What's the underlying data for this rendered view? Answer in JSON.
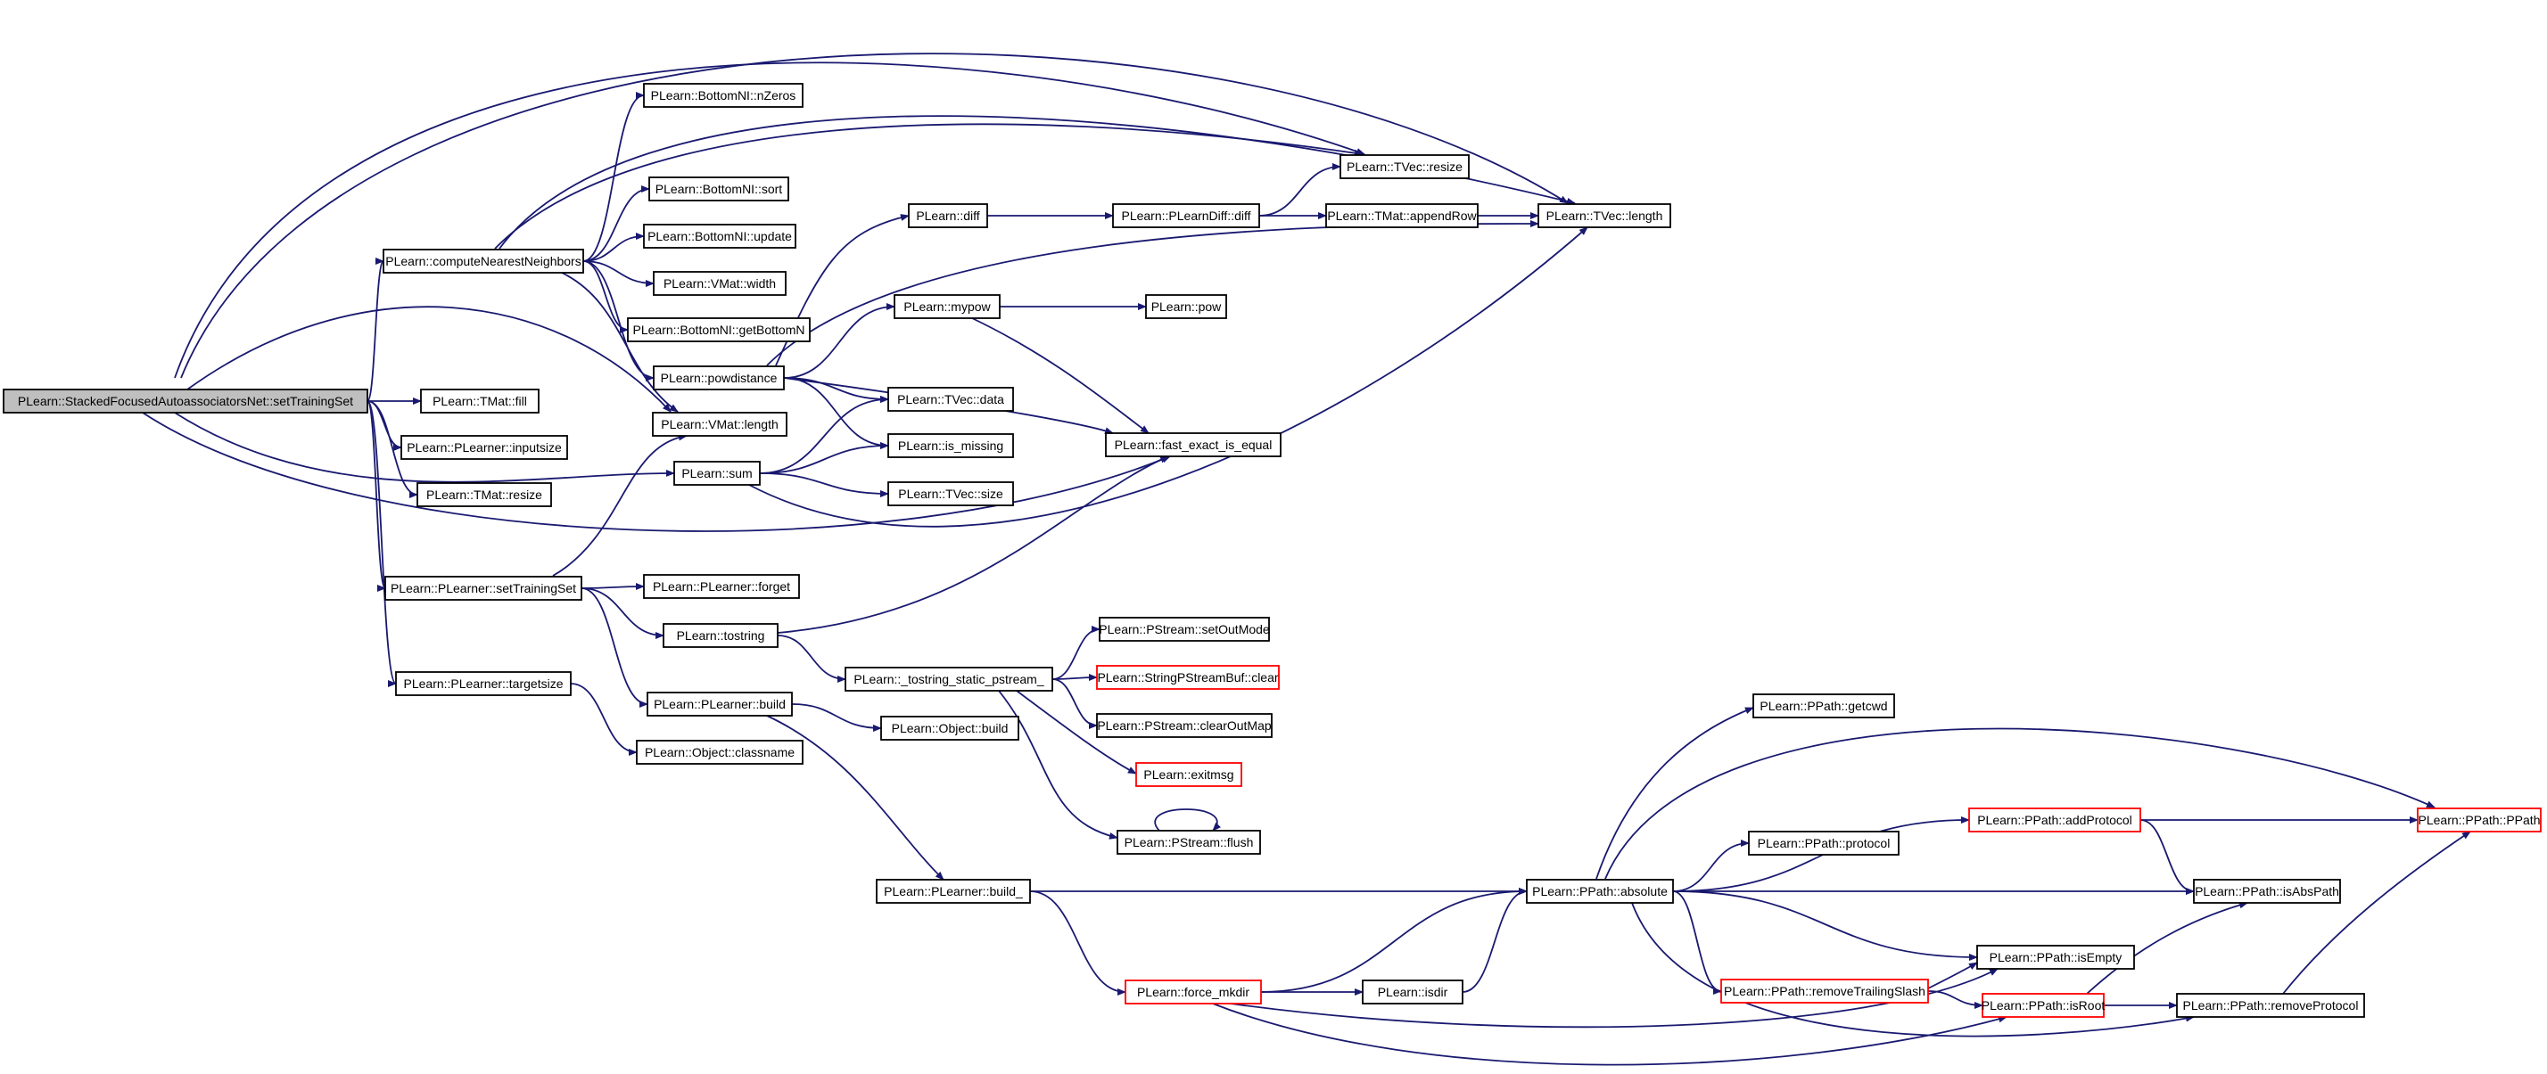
{
  "colors": {
    "edge": "#191970",
    "node_border_normal": "#000000",
    "node_border_truncated": "#ff0000",
    "node_fill_root": "#bfbfbf",
    "node_fill": "#ffffff"
  },
  "nodes": [
    {
      "id": "root",
      "label": "PLearn::StackedFocusedAutoassociatorsNet::setTrainingSet",
      "style": "root"
    },
    {
      "id": "computeNN",
      "label": "PLearn::computeNearestNeighbors",
      "style": "normal"
    },
    {
      "id": "tmatFill",
      "label": "PLearn::TMat::fill",
      "style": "normal"
    },
    {
      "id": "inputsize",
      "label": "PLearn::PLearner::inputsize",
      "style": "normal"
    },
    {
      "id": "tmatResize",
      "label": "PLearn::TMat::resize",
      "style": "normal"
    },
    {
      "id": "plSetTS",
      "label": "PLearn::PLearner::setTrainingSet",
      "style": "normal"
    },
    {
      "id": "targetsize",
      "label": "PLearn::PLearner::targetsize",
      "style": "normal"
    },
    {
      "id": "nZeros",
      "label": "PLearn::BottomNI::nZeros",
      "style": "normal"
    },
    {
      "id": "bniSort",
      "label": "PLearn::BottomNI::sort",
      "style": "normal"
    },
    {
      "id": "bniUpdate",
      "label": "PLearn::BottomNI::update",
      "style": "normal"
    },
    {
      "id": "vmatWidth",
      "label": "PLearn::VMat::width",
      "style": "normal"
    },
    {
      "id": "getBottomN",
      "label": "PLearn::BottomNI::getBottomN",
      "style": "normal"
    },
    {
      "id": "powdistance",
      "label": "PLearn::powdistance",
      "style": "normal"
    },
    {
      "id": "vmatLength",
      "label": "PLearn::VMat::length",
      "style": "normal"
    },
    {
      "id": "sum",
      "label": "PLearn::sum",
      "style": "normal"
    },
    {
      "id": "forget",
      "label": "PLearn::PLearner::forget",
      "style": "normal"
    },
    {
      "id": "tostring",
      "label": "PLearn::tostring",
      "style": "normal"
    },
    {
      "id": "plBuild",
      "label": "PLearn::PLearner::build",
      "style": "normal"
    },
    {
      "id": "classname",
      "label": "PLearn::Object::classname",
      "style": "normal"
    },
    {
      "id": "diff",
      "label": "PLearn::diff",
      "style": "normal"
    },
    {
      "id": "mypow",
      "label": "PLearn::mypow",
      "style": "normal"
    },
    {
      "id": "tvecData",
      "label": "PLearn::TVec::data",
      "style": "normal"
    },
    {
      "id": "isMissing",
      "label": "PLearn::is_missing",
      "style": "normal"
    },
    {
      "id": "tvecSize",
      "label": "PLearn::TVec::size",
      "style": "normal"
    },
    {
      "id": "tostringStatic",
      "label": "PLearn::_tostring_static_pstream_",
      "style": "normal"
    },
    {
      "id": "objBuild",
      "label": "PLearn::Object::build",
      "style": "normal"
    },
    {
      "id": "plBuild_",
      "label": "PLearn::PLearner::build_",
      "style": "normal"
    },
    {
      "id": "plDiffDiff",
      "label": "PLearn::PLearnDiff::diff",
      "style": "normal"
    },
    {
      "id": "pow",
      "label": "PLearn::pow",
      "style": "normal"
    },
    {
      "id": "fastExact",
      "label": "PLearn::fast_exact_is_equal",
      "style": "normal"
    },
    {
      "id": "tvecResize",
      "label": "PLearn::TVec::resize",
      "style": "normal"
    },
    {
      "id": "appendRow",
      "label": "PLearn::TMat::appendRow",
      "style": "normal"
    },
    {
      "id": "tvecLength",
      "label": "PLearn::TVec::length",
      "style": "normal"
    },
    {
      "id": "setOutMode",
      "label": "PLearn::PStream::setOutMode",
      "style": "normal"
    },
    {
      "id": "spsbClear",
      "label": "PLearn::StringPStreamBuf::clear",
      "style": "truncated"
    },
    {
      "id": "clearOutMap",
      "label": "PLearn::PStream::clearOutMap",
      "style": "normal"
    },
    {
      "id": "exitmsg",
      "label": "PLearn::exitmsg",
      "style": "truncated"
    },
    {
      "id": "flush",
      "label": "PLearn::PStream::flush",
      "style": "normal"
    },
    {
      "id": "forceMkdir",
      "label": "PLearn::force_mkdir",
      "style": "truncated"
    },
    {
      "id": "isdir",
      "label": "PLearn::isdir",
      "style": "normal"
    },
    {
      "id": "absolute",
      "label": "PLearn::PPath::absolute",
      "style": "normal"
    },
    {
      "id": "getcwd",
      "label": "PLearn::PPath::getcwd",
      "style": "normal"
    },
    {
      "id": "protocol",
      "label": "PLearn::PPath::protocol",
      "style": "normal"
    },
    {
      "id": "addProtocol",
      "label": "PLearn::PPath::addProtocol",
      "style": "truncated"
    },
    {
      "id": "removeTrailing",
      "label": "PLearn::PPath::removeTrailingSlash",
      "style": "truncated"
    },
    {
      "id": "isEmpty",
      "label": "PLearn::PPath::isEmpty",
      "style": "normal"
    },
    {
      "id": "isRoot",
      "label": "PLearn::PPath::isRoot",
      "style": "truncated"
    },
    {
      "id": "removeProtocol",
      "label": "PLearn::PPath::removeProtocol",
      "style": "normal"
    },
    {
      "id": "isAbsPath",
      "label": "PLearn::PPath::isAbsPath",
      "style": "normal"
    },
    {
      "id": "ppath",
      "label": "PLearn::PPath::PPath",
      "style": "truncated"
    }
  ],
  "edges": [
    [
      "root",
      "computeNN"
    ],
    [
      "root",
      "tmatFill"
    ],
    [
      "root",
      "inputsize"
    ],
    [
      "root",
      "tmatResize"
    ],
    [
      "root",
      "plSetTS"
    ],
    [
      "root",
      "targetsize"
    ],
    [
      "root",
      "vmatLength"
    ],
    [
      "root",
      "sum"
    ],
    [
      "root",
      "tvecLength"
    ],
    [
      "root",
      "tvecResize"
    ],
    [
      "root",
      "fastExact"
    ],
    [
      "computeNN",
      "nZeros"
    ],
    [
      "computeNN",
      "bniSort"
    ],
    [
      "computeNN",
      "bniUpdate"
    ],
    [
      "computeNN",
      "vmatWidth"
    ],
    [
      "computeNN",
      "getBottomN"
    ],
    [
      "computeNN",
      "powdistance"
    ],
    [
      "computeNN",
      "vmatLength"
    ],
    [
      "computeNN",
      "tvecResize"
    ],
    [
      "computeNN",
      "tvecLength"
    ],
    [
      "plSetTS",
      "vmatLength"
    ],
    [
      "plSetTS",
      "forget"
    ],
    [
      "plSetTS",
      "tostring"
    ],
    [
      "plSetTS",
      "plBuild"
    ],
    [
      "targetsize",
      "classname"
    ],
    [
      "powdistance",
      "diff"
    ],
    [
      "powdistance",
      "mypow"
    ],
    [
      "powdistance",
      "tvecData"
    ],
    [
      "powdistance",
      "isMissing"
    ],
    [
      "powdistance",
      "fastExact"
    ],
    [
      "powdistance",
      "tvecLength"
    ],
    [
      "sum",
      "tvecData"
    ],
    [
      "sum",
      "isMissing"
    ],
    [
      "sum",
      "tvecSize"
    ],
    [
      "sum",
      "tvecLength"
    ],
    [
      "tostring",
      "tostringStatic"
    ],
    [
      "tostring",
      "fastExact"
    ],
    [
      "plBuild",
      "objBuild"
    ],
    [
      "plBuild",
      "plBuild_"
    ],
    [
      "diff",
      "plDiffDiff"
    ],
    [
      "plDiffDiff",
      "tvecResize"
    ],
    [
      "plDiffDiff",
      "appendRow"
    ],
    [
      "appendRow",
      "tvecLength"
    ],
    [
      "mypow",
      "pow"
    ],
    [
      "mypow",
      "fastExact"
    ],
    [
      "tostringStatic",
      "setOutMode"
    ],
    [
      "tostringStatic",
      "spsbClear"
    ],
    [
      "tostringStatic",
      "clearOutMap"
    ],
    [
      "tostringStatic",
      "exitmsg"
    ],
    [
      "tostringStatic",
      "flush"
    ],
    [
      "flush",
      "flush"
    ],
    [
      "plBuild_",
      "absolute"
    ],
    [
      "plBuild_",
      "forceMkdir"
    ],
    [
      "forceMkdir",
      "isdir"
    ],
    [
      "forceMkdir",
      "absolute"
    ],
    [
      "forceMkdir",
      "isEmpty"
    ],
    [
      "forceMkdir",
      "isRoot"
    ],
    [
      "isdir",
      "absolute"
    ],
    [
      "absolute",
      "getcwd"
    ],
    [
      "absolute",
      "protocol"
    ],
    [
      "absolute",
      "addProtocol"
    ],
    [
      "absolute",
      "ppath"
    ],
    [
      "absolute",
      "isAbsPath"
    ],
    [
      "absolute",
      "removeTrailing"
    ],
    [
      "absolute",
      "isEmpty"
    ],
    [
      "absolute",
      "removeProtocol"
    ],
    [
      "addProtocol",
      "ppath"
    ],
    [
      "addProtocol",
      "isAbsPath"
    ],
    [
      "removeTrailing",
      "isEmpty"
    ],
    [
      "removeTrailing",
      "isRoot"
    ],
    [
      "isRoot",
      "isAbsPath"
    ],
    [
      "isRoot",
      "removeProtocol"
    ],
    [
      "removeProtocol",
      "ppath"
    ]
  ]
}
